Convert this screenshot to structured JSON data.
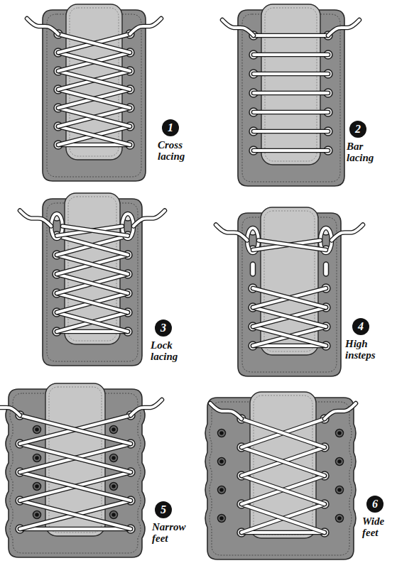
{
  "diagram": {
    "labels": [
      "1",
      "Cross lacing",
      "2",
      "Bar lacing",
      "3",
      "Lock lacing",
      "4",
      "High insteps",
      "5",
      "Narrow feet",
      "6",
      "Wide feet"
    ]
  }
}
